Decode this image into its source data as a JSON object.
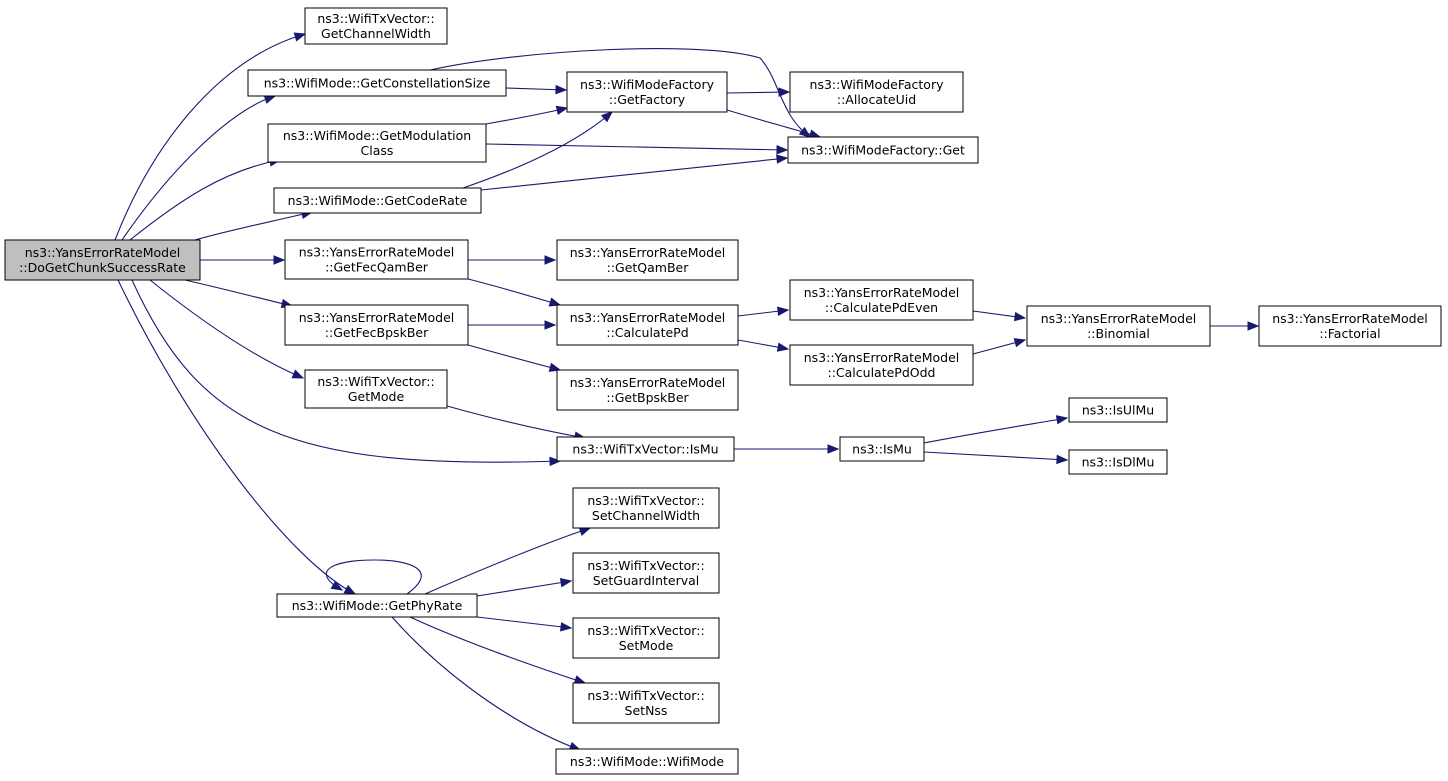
{
  "diagram": {
    "type": "call-graph",
    "colors": {
      "edge": "#191970",
      "root_fill": "#bfbfbf",
      "node_fill": "#ffffff",
      "node_border": "#000000"
    },
    "nodes": [
      {
        "id": "root",
        "lines": [
          "ns3::YansErrorRateModel",
          "::DoGetChunkSuccessRate"
        ],
        "root": true
      },
      {
        "id": "txv_getchw",
        "lines": [
          "ns3::WifiTxVector::",
          "GetChannelWidth"
        ]
      },
      {
        "id": "wm_getconst",
        "lines": [
          "ns3::WifiMode::GetConstellationSize"
        ]
      },
      {
        "id": "wm_getmodclass",
        "lines": [
          "ns3::WifiMode::GetModulation",
          "Class"
        ]
      },
      {
        "id": "wm_getcoderate",
        "lines": [
          "ns3::WifiMode::GetCodeRate"
        ]
      },
      {
        "id": "wmf_getfactory",
        "lines": [
          "ns3::WifiModeFactory",
          "::GetFactory"
        ]
      },
      {
        "id": "wmf_alloc",
        "lines": [
          "ns3::WifiModeFactory",
          "::AllocateUid"
        ]
      },
      {
        "id": "wmf_get",
        "lines": [
          "ns3::WifiModeFactory::Get"
        ]
      },
      {
        "id": "yem_fecqam",
        "lines": [
          "ns3::YansErrorRateModel",
          "::GetFecQamBer"
        ]
      },
      {
        "id": "yem_fecbpsk",
        "lines": [
          "ns3::YansErrorRateModel",
          "::GetFecBpskBer"
        ]
      },
      {
        "id": "yem_qamber",
        "lines": [
          "ns3::YansErrorRateModel",
          "::GetQamBer"
        ]
      },
      {
        "id": "yem_calcpd",
        "lines": [
          "ns3::YansErrorRateModel",
          "::CalculatePd"
        ]
      },
      {
        "id": "yem_bpskber",
        "lines": [
          "ns3::YansErrorRateModel",
          "::GetBpskBer"
        ]
      },
      {
        "id": "yem_calcpdeven",
        "lines": [
          "ns3::YansErrorRateModel",
          "::CalculatePdEven"
        ]
      },
      {
        "id": "yem_calcpdodd",
        "lines": [
          "ns3::YansErrorRateModel",
          "::CalculatePdOdd"
        ]
      },
      {
        "id": "yem_binomial",
        "lines": [
          "ns3::YansErrorRateModel",
          "::Binomial"
        ]
      },
      {
        "id": "yem_factorial",
        "lines": [
          "ns3::YansErrorRateModel",
          "::Factorial"
        ]
      },
      {
        "id": "txv_getmode",
        "lines": [
          "ns3::WifiTxVector::",
          "GetMode"
        ]
      },
      {
        "id": "txv_ismu",
        "lines": [
          "ns3::WifiTxVector::IsMu"
        ]
      },
      {
        "id": "ismu",
        "lines": [
          "ns3::IsMu"
        ]
      },
      {
        "id": "isulmu",
        "lines": [
          "ns3::IsUlMu"
        ]
      },
      {
        "id": "isdlmu",
        "lines": [
          "ns3::IsDlMu"
        ]
      },
      {
        "id": "wm_getphyrate",
        "lines": [
          "ns3::WifiMode::GetPhyRate"
        ]
      },
      {
        "id": "txv_setchw",
        "lines": [
          "ns3::WifiTxVector::",
          "SetChannelWidth"
        ]
      },
      {
        "id": "txv_setgi",
        "lines": [
          "ns3::WifiTxVector::",
          "SetGuardInterval"
        ]
      },
      {
        "id": "txv_setmode",
        "lines": [
          "ns3::WifiTxVector::",
          "SetMode"
        ]
      },
      {
        "id": "txv_setnss",
        "lines": [
          "ns3::WifiTxVector::",
          "SetNss"
        ]
      },
      {
        "id": "wm_wifimode",
        "lines": [
          "ns3::WifiMode::WifiMode"
        ]
      }
    ],
    "edges": [
      {
        "from": "root",
        "to": "txv_getchw"
      },
      {
        "from": "root",
        "to": "wm_getconst"
      },
      {
        "from": "root",
        "to": "wm_getmodclass"
      },
      {
        "from": "root",
        "to": "wm_getcoderate"
      },
      {
        "from": "root",
        "to": "yem_fecqam"
      },
      {
        "from": "root",
        "to": "yem_fecbpsk"
      },
      {
        "from": "root",
        "to": "txv_getmode"
      },
      {
        "from": "root",
        "to": "txv_ismu"
      },
      {
        "from": "root",
        "to": "wm_getphyrate"
      },
      {
        "from": "wm_getconst",
        "to": "wmf_getfactory"
      },
      {
        "from": "wm_getconst",
        "to": "wmf_get"
      },
      {
        "from": "wm_getmodclass",
        "to": "wmf_getfactory"
      },
      {
        "from": "wm_getmodclass",
        "to": "wmf_get"
      },
      {
        "from": "wm_getcoderate",
        "to": "wmf_getfactory"
      },
      {
        "from": "wm_getcoderate",
        "to": "wmf_get"
      },
      {
        "from": "wmf_getfactory",
        "to": "wmf_alloc"
      },
      {
        "from": "wmf_getfactory",
        "to": "wmf_get"
      },
      {
        "from": "yem_fecqam",
        "to": "yem_qamber"
      },
      {
        "from": "yem_fecqam",
        "to": "yem_calcpd"
      },
      {
        "from": "yem_fecbpsk",
        "to": "yem_calcpd"
      },
      {
        "from": "yem_fecbpsk",
        "to": "yem_bpskber"
      },
      {
        "from": "yem_calcpd",
        "to": "yem_calcpdeven"
      },
      {
        "from": "yem_calcpd",
        "to": "yem_calcpdodd"
      },
      {
        "from": "yem_calcpdeven",
        "to": "yem_binomial"
      },
      {
        "from": "yem_calcpdodd",
        "to": "yem_binomial"
      },
      {
        "from": "yem_binomial",
        "to": "yem_factorial"
      },
      {
        "from": "txv_getmode",
        "to": "txv_ismu"
      },
      {
        "from": "txv_ismu",
        "to": "ismu"
      },
      {
        "from": "ismu",
        "to": "isulmu"
      },
      {
        "from": "ismu",
        "to": "isdlmu"
      },
      {
        "from": "wm_getphyrate",
        "to": "wm_getphyrate"
      },
      {
        "from": "wm_getphyrate",
        "to": "txv_setchw"
      },
      {
        "from": "wm_getphyrate",
        "to": "txv_setgi"
      },
      {
        "from": "wm_getphyrate",
        "to": "txv_setmode"
      },
      {
        "from": "wm_getphyrate",
        "to": "txv_setnss"
      },
      {
        "from": "wm_getphyrate",
        "to": "wm_wifimode"
      }
    ]
  }
}
